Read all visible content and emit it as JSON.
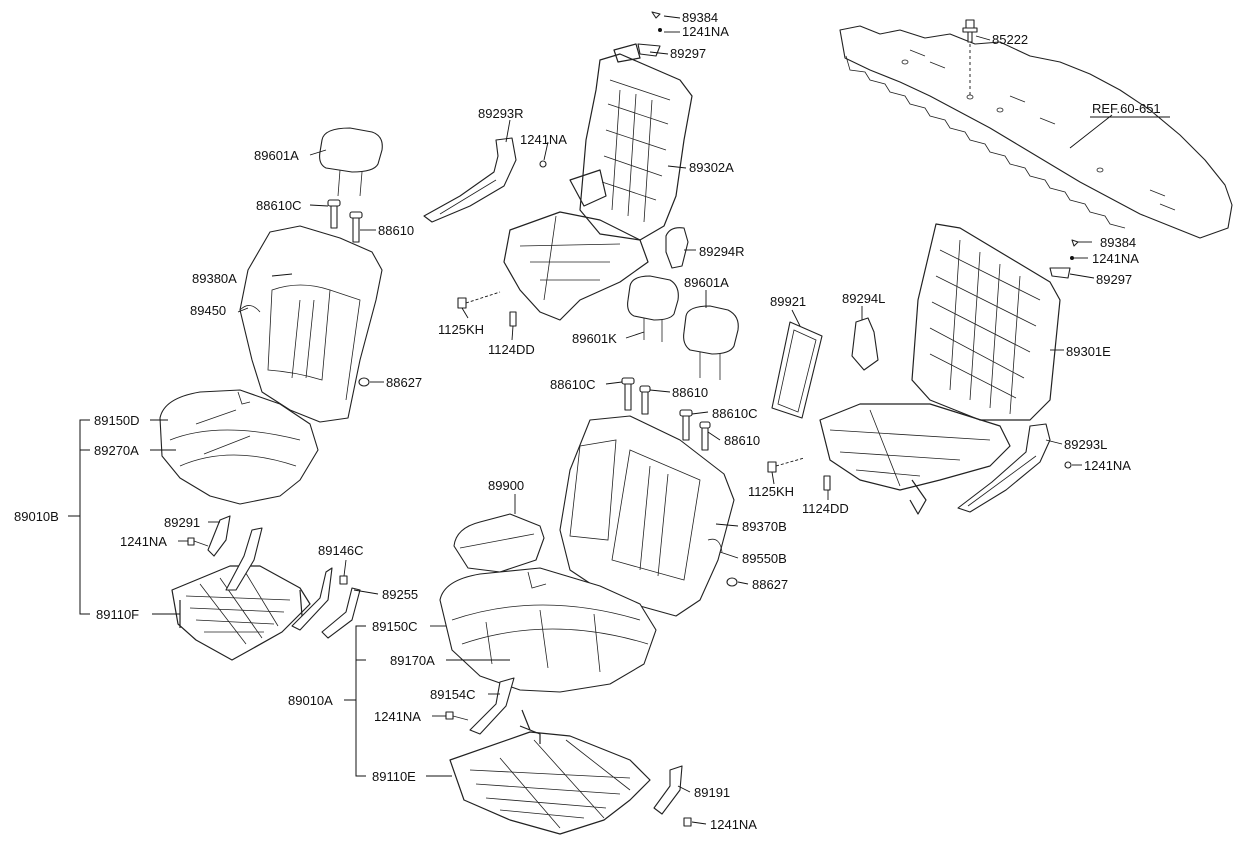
{
  "labels": {
    "l89384a": "89384",
    "l1241na_a": "1241NA",
    "l89297a": "89297",
    "l85222": "85222",
    "lref": "REF.60-651",
    "l89293r": "89293R",
    "l1241na_b": "1241NA",
    "l89302a": "89302A",
    "l89601a_left": "89601A",
    "l88610c_left": "88610C",
    "l88610_left": "88610",
    "l89380a": "89380A",
    "l89450": "89450",
    "l88627_left": "88627",
    "l89294r": "89294R",
    "l1125kh_a": "1125KH",
    "l1124dd_a": "1124DD",
    "l89601a_mid": "89601A",
    "l89601k": "89601K",
    "l88610c_mid": "88610C",
    "l88610_mid": "88610",
    "l88610c_mid2": "88610C",
    "l88610_mid2": "88610",
    "l89921": "89921",
    "l89294l": "89294L",
    "l89384b": "89384",
    "l1241na_c": "1241NA",
    "l89297b": "89297",
    "l89301e": "89301E",
    "l89293l": "89293L",
    "l1241na_d": "1241NA",
    "l1125kh_b": "1125KH",
    "l1124dd_b": "1124DD",
    "l89150d": "89150D",
    "l89270a": "89270A",
    "l89010b": "89010B",
    "l89291": "89291",
    "l1241na_e": "1241NA",
    "l89146c": "89146C",
    "l89255": "89255",
    "l89110f": "89110F",
    "l89900": "89900",
    "l89370b": "89370B",
    "l89550b": "89550B",
    "l88627_mid": "88627",
    "l89150c": "89150C",
    "l89170a": "89170A",
    "l89010a": "89010A",
    "l89154c": "89154C",
    "l1241na_f": "1241NA",
    "l89110e": "89110E",
    "l89191": "89191",
    "l1241na_g": "1241NA"
  }
}
